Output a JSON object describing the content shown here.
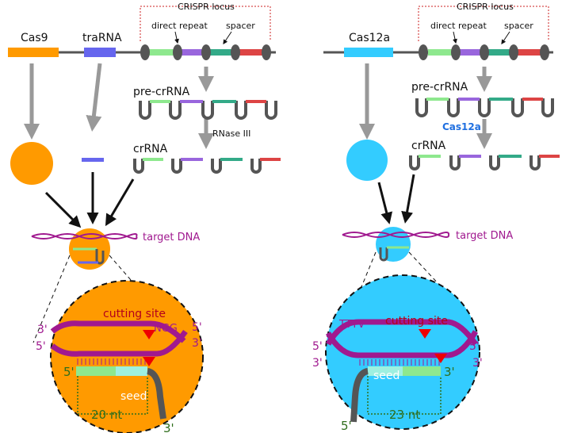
{
  "colors": {
    "cas9": "#ff9a00",
    "cas12a": "#33ccff",
    "tracr": "#6666ee",
    "dna": "#a0198f",
    "arrow_gray": "#999999",
    "repeat_gray": "#555555",
    "spacer_green": "#8ee88e",
    "spacer_purple": "#9966dd",
    "spacer_teal": "#33aa88",
    "spacer_red": "#dd4444",
    "cut_red": "#ee0000",
    "seed_light": "#9ef0e0",
    "seed_green": "#8ee88e"
  },
  "left": {
    "protein_label": "Cas9",
    "tracr_label": "traRNA",
    "locus_label": "CRISPR locus",
    "direct_repeat_label": "direct repeat",
    "spacer_label": "spacer",
    "pre_crrna_label": "pre-crRNA",
    "rnase_label": "RNase III",
    "crrna_label": "crRNA",
    "target_label": "target DNA",
    "cutting_site_label": "cutting site",
    "pam_label": "NGG",
    "seed_label": "seed",
    "length_label": "20 nt",
    "end_top_left": "3'",
    "end_bottom_left": "5'",
    "end_top_right": "5'",
    "end_bottom_right": "3'",
    "guide_5": "5'",
    "guide_3": "3'"
  },
  "right": {
    "protein_label": "Cas12a",
    "locus_label": "CRISPR locus",
    "direct_repeat_label": "direct repeat",
    "spacer_label": "spacer",
    "pre_crrna_label": "pre-crRNA",
    "processing_label": "Cas12a",
    "crrna_label": "crRNA",
    "target_label": "target DNA",
    "cutting_site_label": "cutting site",
    "pam_label": "TTTV",
    "seed_label": "seed",
    "length_label": "23 nt",
    "end_top_left": "5'",
    "end_bottom_left": "3'",
    "end_top_right": "5'",
    "end_bottom_right": "3'",
    "guide_3": "3'",
    "guide_5": "5'"
  }
}
